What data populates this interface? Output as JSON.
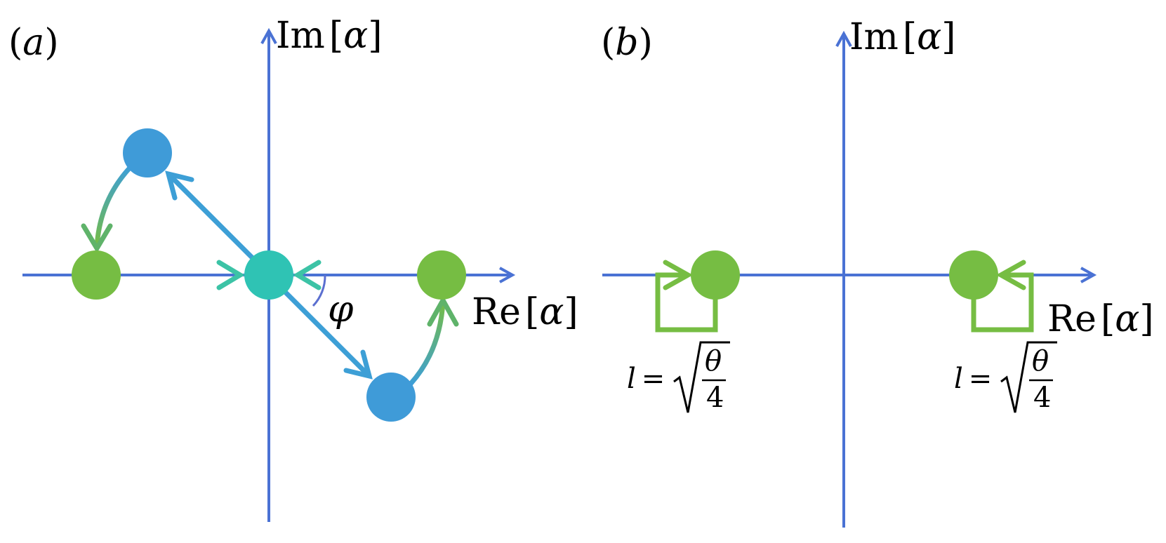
{
  "colors": {
    "axis": "#4a72d4",
    "green": "#76bd43",
    "blue": "#3f9bd8",
    "teal": "#2fc3b4",
    "connector_green": "#4fbf7a",
    "curve_blue": "#3d9fd6",
    "angle_arc": "#5b6fd0",
    "box_green": "#76bd43"
  },
  "panel_a": {
    "label_open": "(",
    "label_letter": "a",
    "label_close": ")",
    "im_axis": {
      "prefix": "Im",
      "open": "[",
      "var": "α",
      "close": "]"
    },
    "re_axis": {
      "prefix": "Re",
      "open": "[",
      "var": "α",
      "close": "]"
    },
    "angle_label": "φ"
  },
  "panel_b": {
    "label_open": "(",
    "label_letter": "b",
    "label_close": ")",
    "im_axis": {
      "prefix": "Im",
      "open": "[",
      "var": "α",
      "close": "]"
    },
    "re_axis": {
      "prefix": "Re",
      "open": "[",
      "var": "α",
      "close": "]"
    },
    "formula_left": {
      "var": "l",
      "eq": "=",
      "numerator": "θ",
      "denominator": "4"
    },
    "formula_right": {
      "var": "l",
      "eq": "=",
      "numerator": "θ",
      "denominator": "4"
    }
  }
}
